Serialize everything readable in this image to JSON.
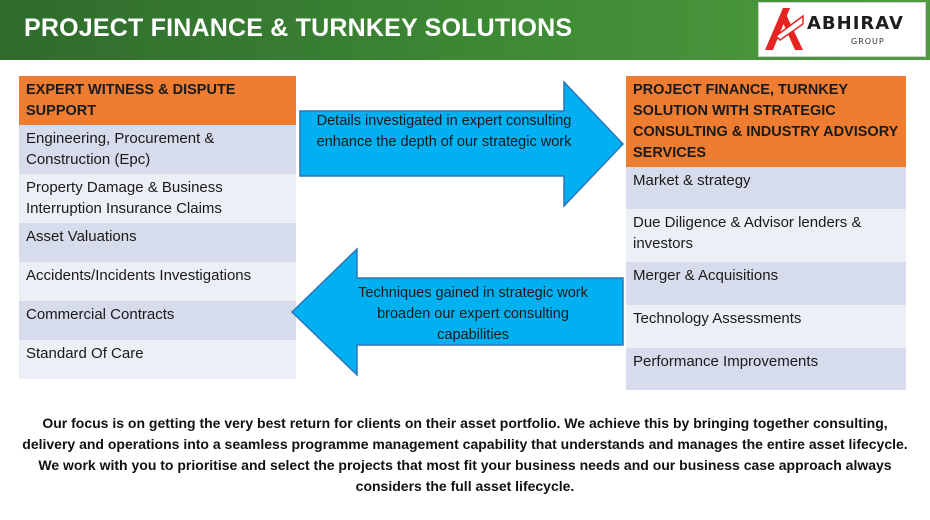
{
  "header": {
    "title": "PROJECT FINANCE & TURNKEY SOLUTIONS",
    "logo": {
      "wordmark": "ABHIRAV",
      "subtext": "GROUP",
      "brand_red": "#e52421"
    }
  },
  "left_column": {
    "header": "EXPERT WITNESS & DISPUTE SUPPORT",
    "items": [
      "Engineering, Procurement & Construction (Epc)",
      "Property Damage & Business Interruption Insurance Claims",
      "Asset Valuations",
      "Accidents/Incidents Investigations",
      "Commercial Contracts",
      "Standard Of Care"
    ]
  },
  "right_column": {
    "header": "PROJECT FINANCE, TURNKEY SOLUTION WITH STRATEGIC CONSULTING  & INDUSTRY ADVISORY SERVICES",
    "items": [
      "Market & strategy",
      "Due Diligence & Advisor lenders & investors",
      "Merger & Acquisitions",
      "Technology Assessments",
      "Performance Improvements"
    ]
  },
  "arrows": {
    "right": "Details investigated in expert consulting enhance the depth of our strategic work",
    "left": "Techniques gained in strategic work broaden our expert consulting capabilities"
  },
  "footer": {
    "paragraph1": "Our focus is on getting the very best return for clients on their asset portfolio. We achieve this by bringing together consulting, delivery and operations into a seamless programme management capability that understands and manages the entire asset lifecycle.",
    "paragraph2": "We work with you to prioritise and select the projects that most fit your business needs and our business case approach always considers the full asset lifecycle."
  },
  "colors": {
    "title_green": "#3e8a35",
    "header_orange": "#ee7d32",
    "row_dark": "#d6dceb",
    "row_light": "#eceff6",
    "arrow_cyan": "#00b0f0",
    "arrow_border": "#2e75b6"
  }
}
